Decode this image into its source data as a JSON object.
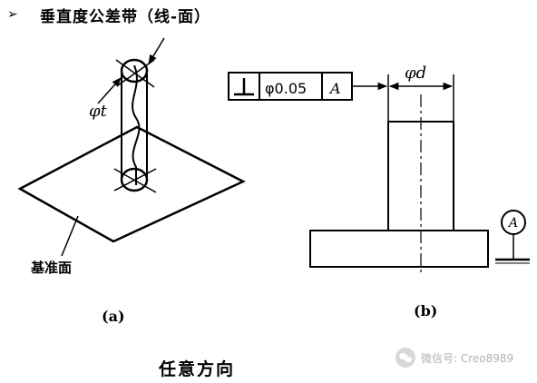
{
  "header": {
    "bullet": "➢",
    "title": "垂直度公差带（线-面）"
  },
  "figure_a": {
    "tolerance_label": "φt",
    "datum_plane_label": "基准面",
    "caption": "(a)"
  },
  "figure_b": {
    "perpendicularity_symbol": "⊥",
    "tolerance_value": "φ0.05",
    "datum_ref": "A",
    "dimension_label": "φd",
    "datum_symbol_letter": "A",
    "caption": "(b)"
  },
  "footer": {
    "caption": "任意方向",
    "watermark": "微信号: Creo8989"
  }
}
